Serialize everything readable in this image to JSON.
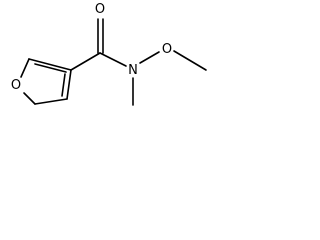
{
  "atoms": {
    "ring_oxygen": "O",
    "carbonyl_oxygen": "O",
    "amide_nitrogen": "N",
    "methoxy_oxygen": "O"
  }
}
